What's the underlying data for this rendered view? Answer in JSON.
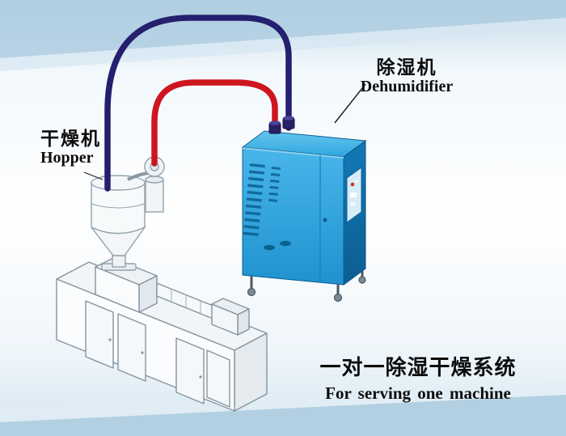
{
  "labels": {
    "hopper": {
      "cn": "干燥机",
      "en": "Hopper"
    },
    "dehumidifier": {
      "cn": "除湿机",
      "en": "Dehumidifier"
    }
  },
  "caption": {
    "cn": "一对一除湿干燥系统",
    "en": "For serving one machine"
  },
  "colors": {
    "pipe_navy": "#241f6e",
    "pipe_red": "#ce161f",
    "cabinet_front": "#2fa7e0",
    "cabinet_side": "#0f74b2",
    "cabinet_top": "#4fb8e8",
    "band_blue": "#aecde0",
    "leader_line": "#222222"
  }
}
